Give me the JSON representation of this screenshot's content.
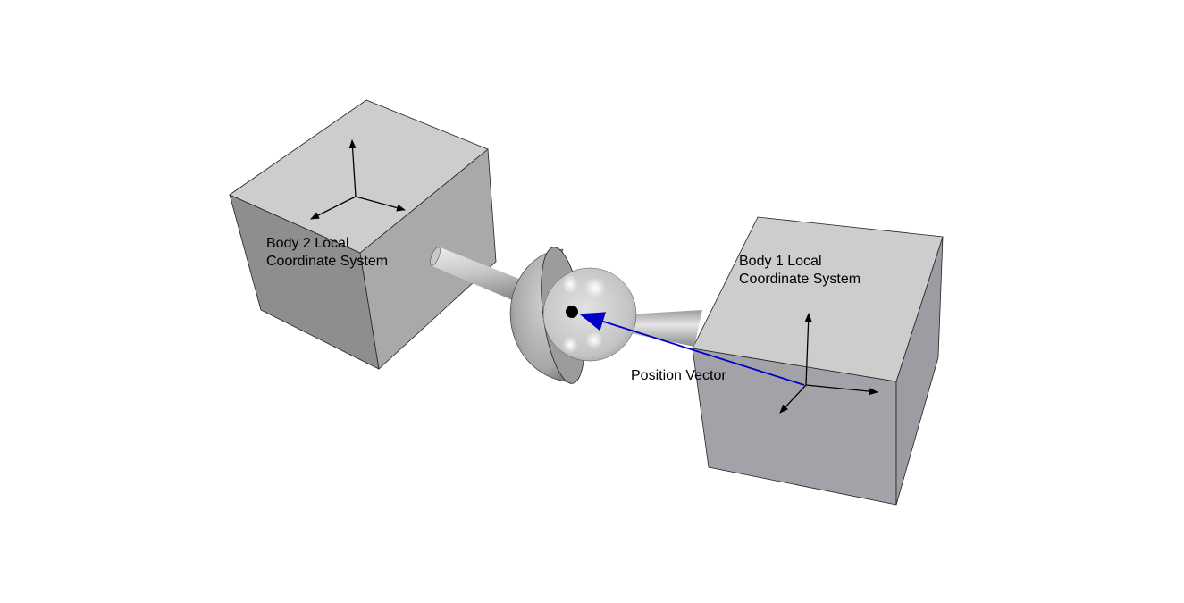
{
  "labels": {
    "body2": [
      "Body 2 Local",
      "Coordinate System"
    ],
    "body1": [
      "Body 1 Local",
      "Coordinate System"
    ],
    "position_vector": "Position Vector"
  },
  "colors": {
    "cube_top": "#cdcdcd",
    "cube_front_left": "#8e8e8e",
    "cube_side_left": "#a9a9a9",
    "cube_front_right": "#a2a2a8",
    "cube_side_right": "#9c9ca2",
    "vector": "#0000c8",
    "axes": "#000000"
  }
}
